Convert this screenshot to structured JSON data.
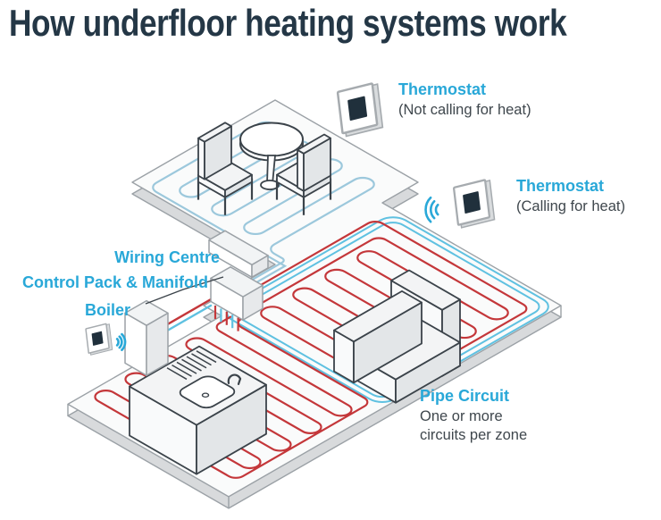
{
  "title": "How underfloor heating systems work",
  "labels": {
    "thermostat_upper": {
      "title": "Thermostat",
      "subtitle": "(Not calling for heat)"
    },
    "thermostat_lower": {
      "title": "Thermostat",
      "subtitle": "(Calling for heat)"
    },
    "wiring_centre": "Wiring Centre",
    "control_pack_manifold": "Control Pack & Manifold",
    "boiler": "Boiler",
    "pipe_circuit": {
      "title": "Pipe Circuit",
      "line1": "One or more",
      "line2": "circuits per zone"
    }
  },
  "colors": {
    "title": "#243746",
    "accent": "#29a8d8",
    "text": "#3f474d",
    "pipe_hot": "#c4373a",
    "pipe_cool": "#9cc8dc",
    "pipe_flow": "#5fc1e1",
    "floor_top": "#fafbfb",
    "floor_side": "#d8dadc",
    "outline": "#9ba1a6",
    "furniture_stroke": "#3b434a",
    "device_stroke": "#a6abaf",
    "device_screen": "#20303c",
    "box_top": "#f2f4f5",
    "box_left": "#ffffff",
    "box_right": "#e7e9eb",
    "sofa_top": "#f3f4f5",
    "sofa_left": "#f9fafb",
    "sofa_right": "#e3e6e8"
  },
  "icons": [
    "thermostat-icon",
    "signal-waves-icon",
    "boiler-icon",
    "wiring-centre-icon",
    "manifold-icon",
    "dining-table-icon",
    "chair-icon",
    "sofa-icon",
    "kitchen-counter-icon",
    "floor-slab",
    "pipe-circuits"
  ]
}
